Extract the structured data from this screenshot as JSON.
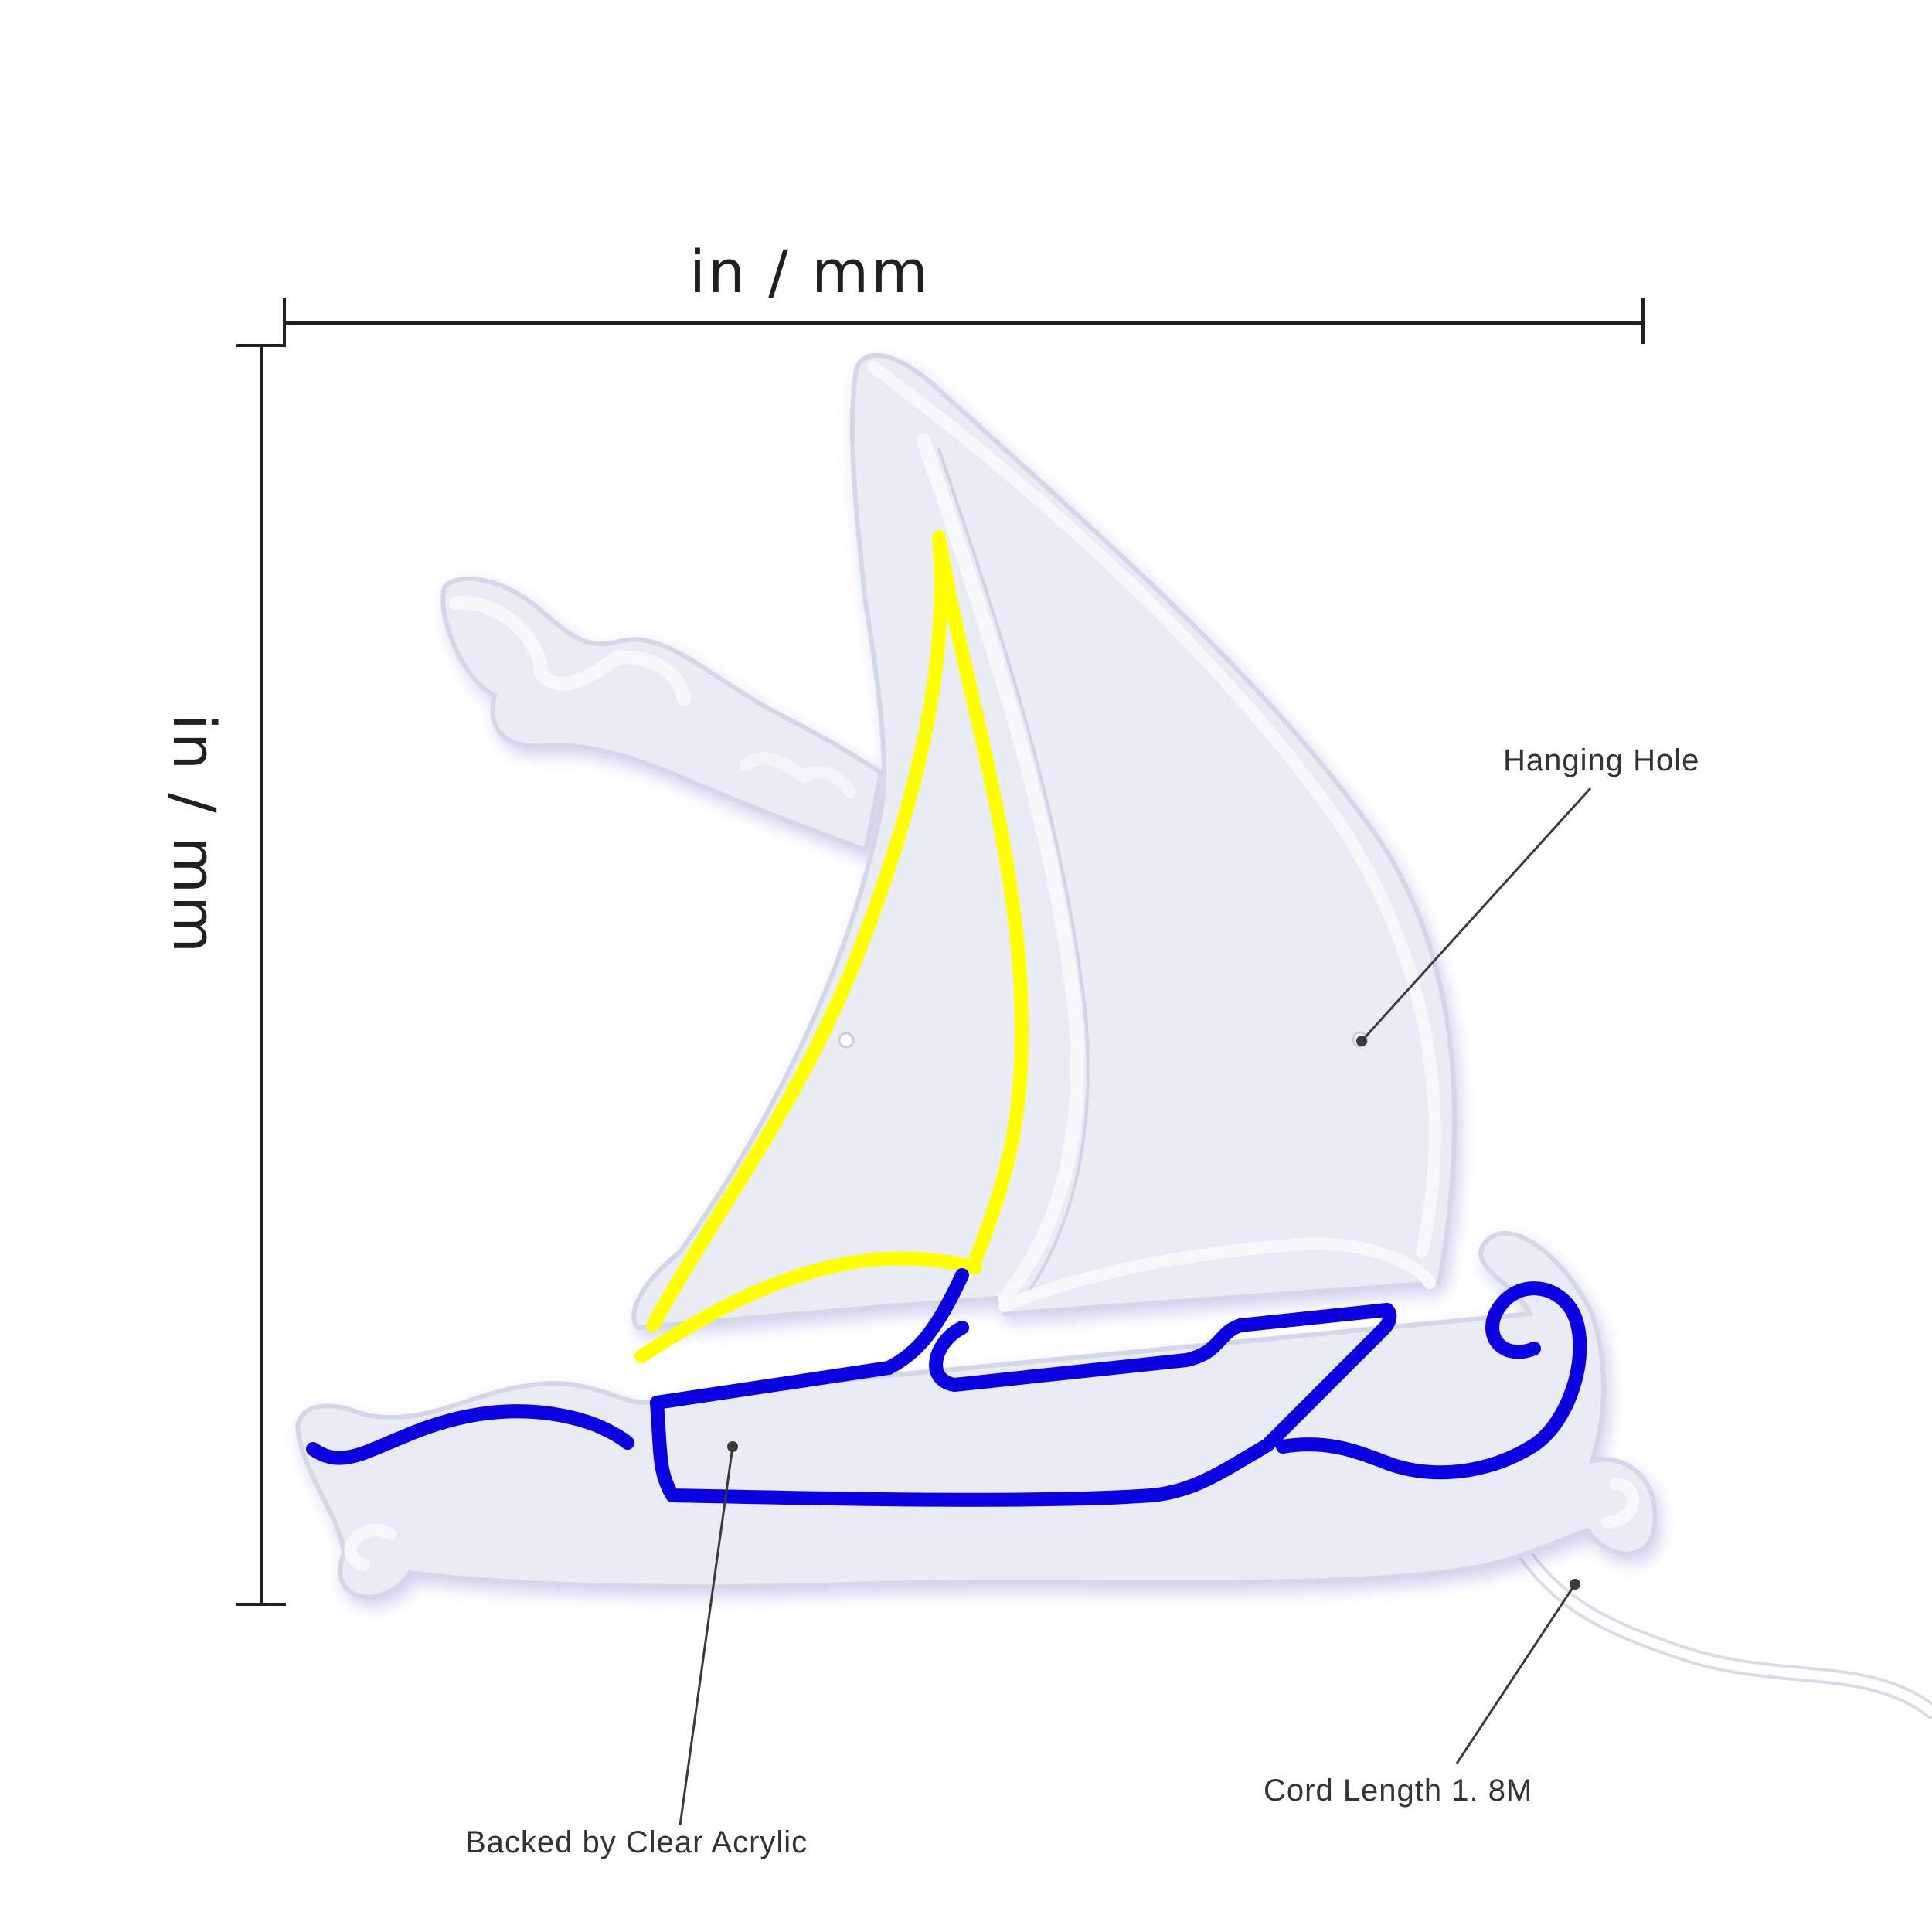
{
  "dimensions": {
    "width_label": "in / mm",
    "height_label": "in / mm"
  },
  "callouts": {
    "hanging_hole": "Hanging Hole",
    "backing": "Backed by Clear Acrylic",
    "cord": "Cord Length 1. 8M"
  },
  "colors": {
    "neon_yellow": "#ffff00",
    "neon_blue": "#0a00e0",
    "acrylic_fill": "#e9ebf5",
    "acrylic_edge": "#cfd3e6",
    "dimension_line": "#231f20",
    "callout_text": "#333333"
  }
}
